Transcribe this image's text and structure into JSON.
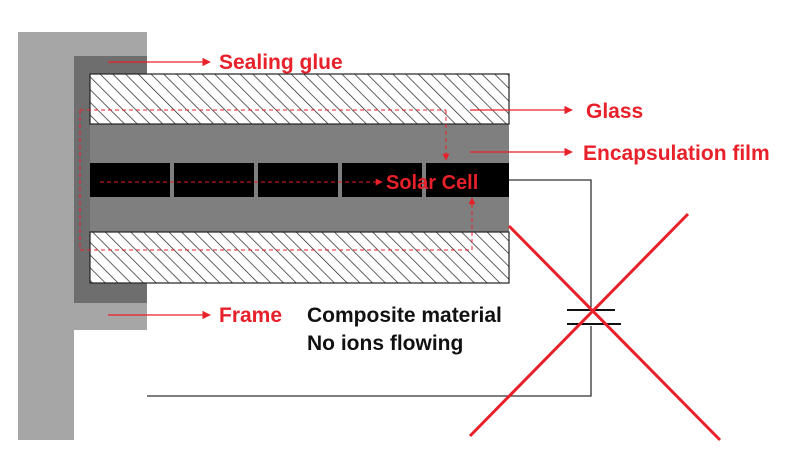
{
  "labels": {
    "sealing_glue": "Sealing glue",
    "glass": "Glass",
    "encapsulation_film": "Encapsulation film",
    "solar_cell": "Solar Cell",
    "frame": "Frame",
    "composite_line1": "Composite material",
    "composite_line2": "No ions flowing"
  },
  "colors": {
    "accent": "#e8202a",
    "frame": "#a6a6a6",
    "sealing_glue": "#6e6e6e",
    "film": "#7f7f7f",
    "cell": "#000000",
    "hatch": "#222222"
  }
}
